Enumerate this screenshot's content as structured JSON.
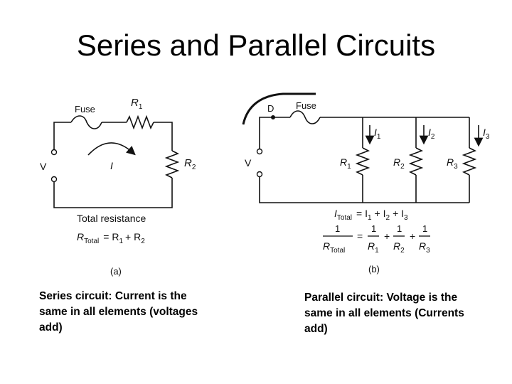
{
  "slide": {
    "title": "Series and Parallel Circuits"
  },
  "series": {
    "fuse": "Fuse",
    "v": "V",
    "r1_main": "R",
    "r1_sub": "1",
    "r2_main": "R",
    "r2_sub": "2",
    "current": "I",
    "total_label": "Total resistance",
    "eq_r": "R",
    "eq_sub": "Total",
    "eq_rest": "= R",
    "eq_r1sub": "1",
    "eq_plus": "+ R",
    "eq_r2sub": "2",
    "fig": "(a)",
    "caption": "Series circuit:  Current is the same in all elements (voltages add)"
  },
  "parallel": {
    "d": "D",
    "fuse": "Fuse",
    "v": "V",
    "r_main": "R",
    "i_main": "I",
    "sub1": "1",
    "sub2": "2",
    "sub3": "3",
    "itotal_i": "I",
    "itotal_sub": "Total",
    "itotal_eq": "= I",
    "plus_i": "+ I",
    "one": "1",
    "equals": "=",
    "plus": "+",
    "fig": "(b)",
    "caption": "Parallel circuit:  Voltage is the same in all elements (Currents add)"
  }
}
